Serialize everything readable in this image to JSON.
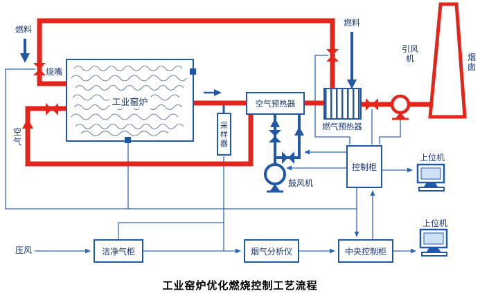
{
  "diagram": {
    "title": "工业窑炉优化燃烧控制工艺流程",
    "equipment": {
      "kiln": "工业窑炉",
      "burner": "烧嘴",
      "sampler": "采样器",
      "air_preheater": "空气预热器",
      "gas_preheater": "燃气预热器",
      "induced_fan": "引风机",
      "chimney": "烟囱",
      "blower": "鼓风机",
      "control_cabinet": "控制柜",
      "host_computer_top": "上位机",
      "host_computer_bottom": "上位机",
      "clean_gas_cabinet": "洁净气柜",
      "flue_gas_analyzer": "烟气分析仪",
      "central_control_cabinet": "中央控制柜"
    },
    "streams": {
      "fuel_left": "燃料",
      "fuel_right": "燃料",
      "air": "空气",
      "compressed_air": "压风"
    },
    "colors": {
      "pipe_red": "#e2261c",
      "pipe_blue": "#2057a7",
      "signal_blue": "#2f66b0",
      "label_navy": "#16356e"
    }
  }
}
